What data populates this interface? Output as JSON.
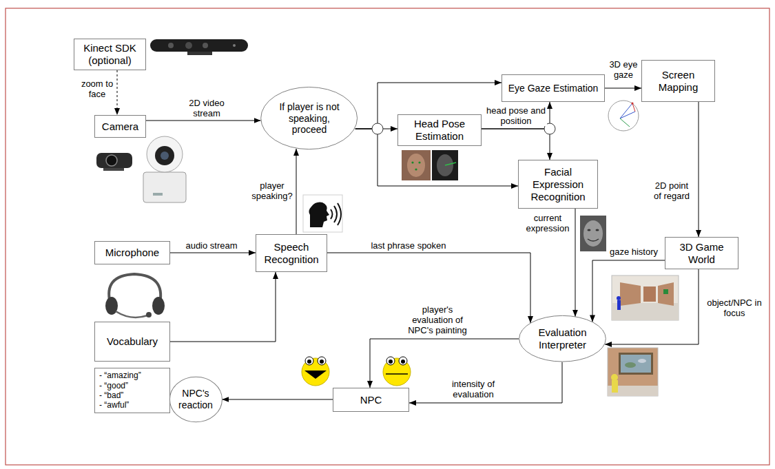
{
  "diagram": {
    "nodes": [
      {
        "text": [
          "Kinect SDK (optional)"
        ]
      },
      {
        "text": [
          "Camera"
        ]
      },
      {
        "text": [
          "If player is not speaking, proceed"
        ]
      },
      {
        "text": [
          "Eye Gaze Estimation"
        ]
      },
      {
        "text": [
          "Screen Mapping"
        ]
      },
      {
        "text": [
          "Head Pose Estimation"
        ]
      },
      {
        "text": [
          "Facial Expression Recognition"
        ]
      },
      {
        "text": [
          "Microphone"
        ]
      },
      {
        "text": [
          "Speech Recognition"
        ]
      },
      {
        "text": [
          "3D Game World"
        ]
      },
      {
        "text": [
          "Vocabulary"
        ]
      },
      {
        "text": [
          "- “amazing”",
          "- “good”",
          "- “bad”",
          "- “awful”"
        ]
      },
      {
        "text": [
          "Evaluation Interpreter"
        ]
      },
      {
        "text": [
          "NPC"
        ]
      },
      {
        "text": [
          "NPC's reaction"
        ]
      }
    ],
    "edges": [
      {
        "from": 0,
        "to": 1,
        "label": "zoom to face",
        "arrow": "to"
      },
      {
        "from": 1,
        "to": 2,
        "label": "2D video stream",
        "arrow": "to"
      },
      {
        "from": 2,
        "to": 3,
        "arrow": "to"
      },
      {
        "from": 2,
        "to": 5,
        "arrow": "to"
      },
      {
        "from": 2,
        "to": 6,
        "arrow": "to"
      },
      {
        "from": 5,
        "to": 3,
        "label": "head pose and position",
        "arrow": "to"
      },
      {
        "from": 5,
        "to": 6,
        "arrow": "to"
      },
      {
        "from": 3,
        "to": 4,
        "label": "3D eye gaze",
        "arrow": "to"
      },
      {
        "from": 4,
        "to": 9,
        "label": "2D point of regard",
        "arrow": "to"
      },
      {
        "from": 8,
        "to": 2,
        "label": "player speaking?",
        "arrow": "to"
      },
      {
        "from": 7,
        "to": 8,
        "label": "audio stream",
        "arrow": "to"
      },
      {
        "from": 8,
        "to": 12,
        "label": "last phrase spoken",
        "arrow": "to"
      },
      {
        "from": 6,
        "to": 12,
        "label": "current expression",
        "arrow": "to"
      },
      {
        "from": 9,
        "to": 12,
        "label": "gaze history",
        "arrow": "to"
      },
      {
        "from": 9,
        "to": 12,
        "label": "object/NPC in focus",
        "arrow": "to"
      },
      {
        "from": 10,
        "to": 8,
        "arrow": "to"
      },
      {
        "from": 12,
        "to": 13,
        "label": "player's evaluation of NPC's painting",
        "arrow": "to"
      },
      {
        "from": 12,
        "to": 13,
        "label": "intensity of evaluation",
        "arrow": "to"
      },
      {
        "from": 13,
        "to": 14,
        "arrow": "to"
      }
    ]
  }
}
